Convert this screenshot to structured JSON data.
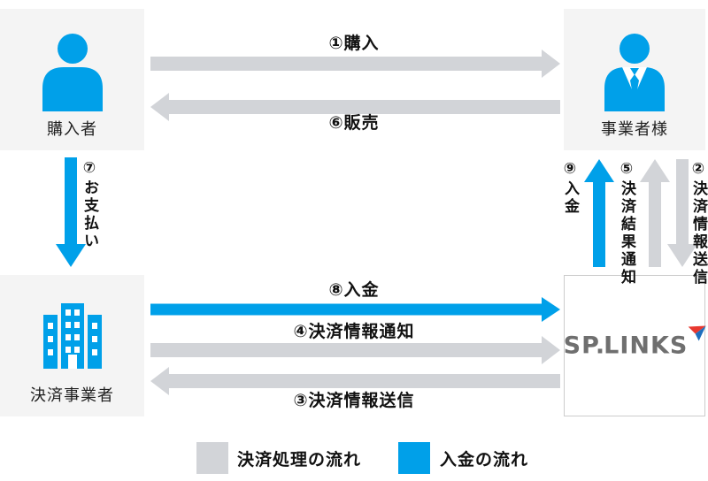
{
  "colors": {
    "flow_gray": "#d2d4d8",
    "flow_blue": "#00a0e9",
    "node_bg": "#f4f4f4",
    "icon_blue": "#00a0e9",
    "logo_text_gray": "#6f6f6f",
    "logo_arrow_red": "#e8382f",
    "logo_arrow_blue": "#1e6fbe"
  },
  "nodes": {
    "buyer": {
      "label": "購入者",
      "icon": "person-icon"
    },
    "merchant": {
      "label": "事業者様",
      "icon": "business-person-icon"
    },
    "processor": {
      "label": "決済事業者",
      "icon": "building-icon"
    },
    "splinks": {
      "logo_sp": "SP",
      "logo_dot": ".",
      "logo_links": "LINKS"
    }
  },
  "arrows": {
    "purchase": {
      "label": "①購入",
      "direction": "right",
      "color": "gray"
    },
    "sale": {
      "label": "⑥販売",
      "direction": "left",
      "color": "gray"
    },
    "payment": {
      "label": "⑦お支払い",
      "direction": "down",
      "color": "blue"
    },
    "info_send_to_splinks": {
      "label": "②決済情報送信",
      "direction": "down",
      "color": "gray"
    },
    "result_notice": {
      "label": "⑤決済結果通知",
      "direction": "up",
      "color": "gray"
    },
    "deposit_to_merchant": {
      "label": "⑨入金",
      "direction": "up",
      "color": "blue"
    },
    "deposit": {
      "label": "⑧入金",
      "direction": "right",
      "color": "blue"
    },
    "info_notice": {
      "label": "④決済情報通知",
      "direction": "right",
      "color": "gray"
    },
    "info_send_to_processor": {
      "label": "③決済情報送信",
      "direction": "left",
      "color": "gray"
    }
  },
  "legend": {
    "payment_flow": "決済処理の流れ",
    "deposit_flow": "入金の流れ"
  }
}
